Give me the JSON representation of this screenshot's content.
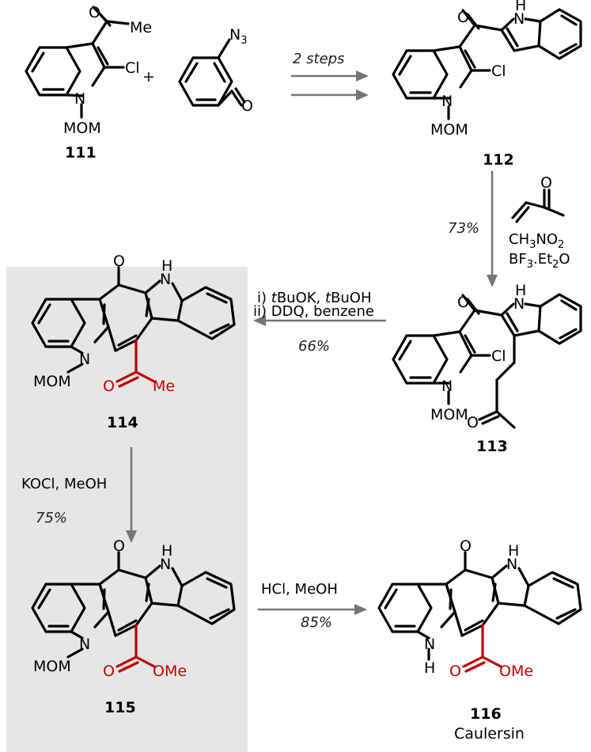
{
  "compounds": {
    "c111": {
      "id": "111"
    },
    "c112": {
      "id": "112"
    },
    "c113": {
      "id": "113"
    },
    "c114": {
      "id": "114"
    },
    "c115": {
      "id": "115"
    },
    "c116": {
      "id": "116",
      "name": "Caulersin"
    }
  },
  "atoms": {
    "O": "O",
    "N": "N",
    "H": "H",
    "Cl": "Cl",
    "Me": "Me",
    "MOM": "MOM",
    "OMe": "OMe",
    "N3": "N",
    "N3_sub": "3"
  },
  "steps": {
    "s1": {
      "label": "2 steps"
    },
    "s2": {
      "yield": "73%",
      "reagent1": "CH",
      "reagent1_sub1": "3",
      "reagent1_mid": "NO",
      "reagent1_sub2": "2",
      "reagent2": "BF",
      "reagent2_sub1": "3",
      "reagent2_mid": ".Et",
      "reagent2_sub2": "2",
      "reagent2_end": "O"
    },
    "s3": {
      "line1_a": "i) ",
      "line1_b": "t",
      "line1_c": "BuOK, ",
      "line1_d": "t",
      "line1_e": "BuOH",
      "line2": "ii) DDQ, benzene",
      "yield": "66%"
    },
    "s4": {
      "line1": "KOCl, MeOH",
      "yield": "75%"
    },
    "s5": {
      "line1": "HCl, MeOH",
      "yield": "85%"
    }
  },
  "colors": {
    "highlight": "#c00000",
    "panel": "#e6e6e6",
    "arrow": "#757575"
  }
}
